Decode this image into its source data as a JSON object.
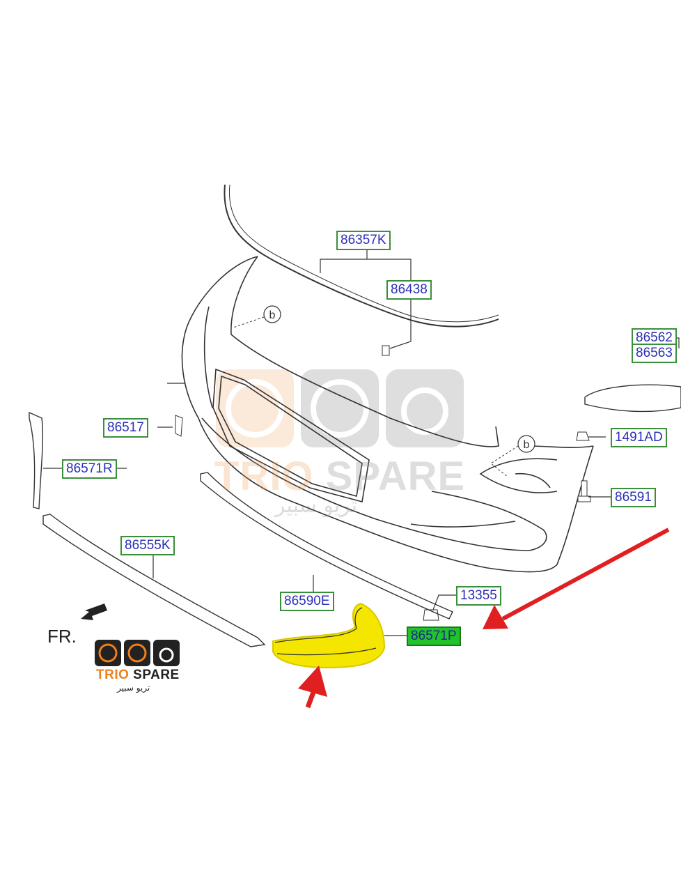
{
  "labels": {
    "l86357K": "86357K",
    "l86438": "86438",
    "l86562": "86562",
    "l86563": "86563",
    "l86517": "86517",
    "l86571R": "86571R",
    "l1491AD": "1491AD",
    "l86591": "86591",
    "l86555K": "86555K",
    "l86590E": "86590E",
    "l13355": "13355",
    "l86571P": "86571P"
  },
  "callouts": {
    "b": "b"
  },
  "front_marker": "FR.",
  "logo": {
    "brand_primary": "TRIO",
    "brand_secondary": "SPARE",
    "brand_arabic": "تريو سبير"
  },
  "watermark": {
    "brand_primary": "TRIO",
    "brand_secondary": "SPARE",
    "brand_arabic": "تريو سبير"
  },
  "colors": {
    "label_border": "#3a8f3a",
    "label_text": "#2a2fb8",
    "highlight_label_bg": "#22c32a",
    "highlight_marker": "#f5e600",
    "arrow": "#e02020",
    "brand_orange": "#f07f1a"
  }
}
